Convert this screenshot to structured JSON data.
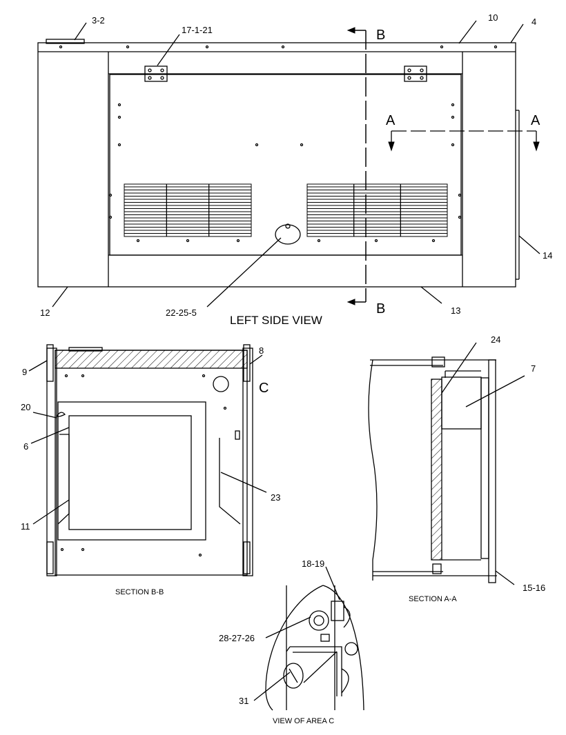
{
  "views": {
    "left_side": {
      "title": "LEFT SIDE VIEW",
      "section_marker_b": "B",
      "section_marker_a": "A"
    },
    "section_bb": {
      "caption": "SECTION B-B",
      "detail_marker": "C"
    },
    "section_aa": {
      "caption": "SECTION A-A"
    },
    "area_c": {
      "caption": "VIEW OF AREA C"
    }
  },
  "callouts": {
    "c_3_2": "3-2",
    "c_17_1_21": "17-1-21",
    "c_10": "10",
    "c_4": "4",
    "c_14": "14",
    "c_12": "12",
    "c_22_25_5": "22-25-5",
    "c_13": "13",
    "c_9": "9",
    "c_8": "8",
    "c_20": "20",
    "c_6": "6",
    "c_11": "11",
    "c_23": "23",
    "c_24": "24",
    "c_7": "7",
    "c_15_16": "15-16",
    "c_18_19": "18-19",
    "c_28_27_26": "28-27-26",
    "c_31": "31"
  },
  "colors": {
    "line": "#000000",
    "background": "#ffffff"
  }
}
